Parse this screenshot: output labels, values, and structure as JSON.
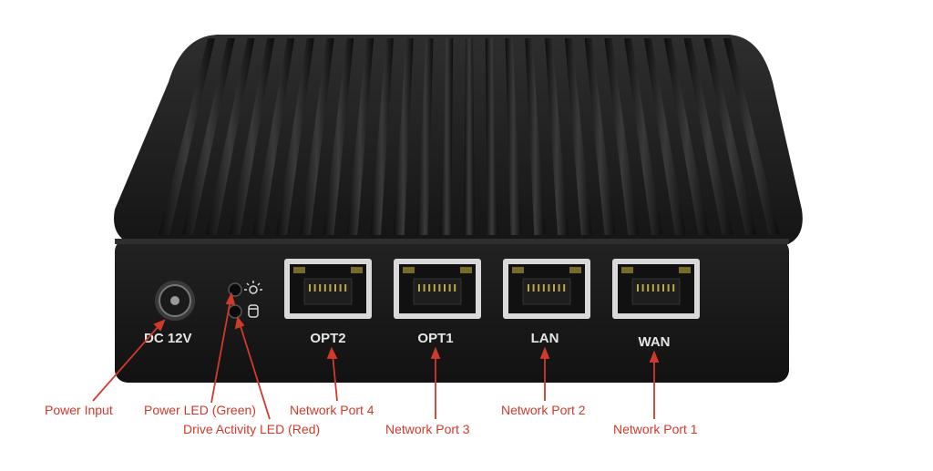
{
  "device": {
    "panel_labels": {
      "dc": "DC 12V",
      "opt2": "OPT2",
      "opt1": "OPT1",
      "lan": "LAN",
      "wan": "WAN"
    },
    "icons": [
      "lightbulb-icon",
      "drive-icon"
    ]
  },
  "callouts": {
    "power_input": "Power Input",
    "power_led": "Power LED (Green)",
    "drive_led": "Drive Activity LED (Red)",
    "port4": "Network Port 4",
    "port3": "Network Port 3",
    "port2": "Network Port 2",
    "port1": "Network Port 1"
  },
  "colors": {
    "callout": "#d03a2b",
    "chassis": "#1c1c1c",
    "fins": "#2a2a2a"
  }
}
